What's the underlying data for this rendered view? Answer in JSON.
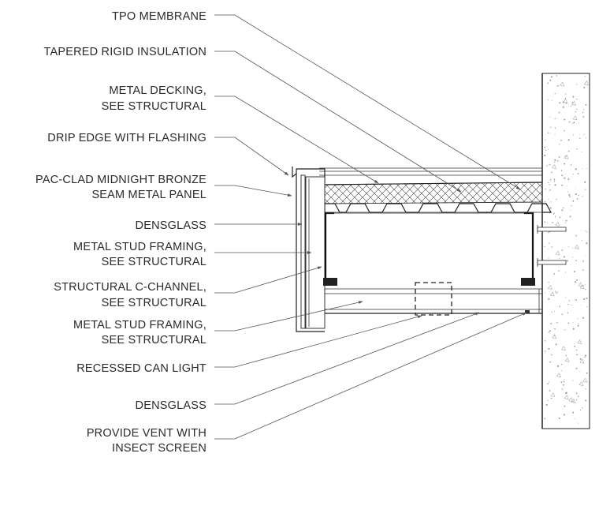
{
  "callouts": [
    {
      "id": "tpo",
      "lines": [
        "TPO MEMBRANE"
      ]
    },
    {
      "id": "insulation",
      "lines": [
        "TAPERED RIGID INSULATION"
      ]
    },
    {
      "id": "decking",
      "lines": [
        "METAL DECKING,",
        "SEE STRUCTURAL"
      ]
    },
    {
      "id": "drip",
      "lines": [
        "DRIP EDGE WITH FLASHING"
      ]
    },
    {
      "id": "panel",
      "lines": [
        "PAC-CLAD MIDNIGHT BRONZE",
        "SEAM METAL PANEL"
      ]
    },
    {
      "id": "densglass1",
      "lines": [
        "DENSGLASS"
      ]
    },
    {
      "id": "stud1",
      "lines": [
        "METAL STUD FRAMING,",
        "SEE STRUCTURAL"
      ]
    },
    {
      "id": "channel",
      "lines": [
        "STRUCTURAL C-CHANNEL,",
        "SEE STRUCTURAL"
      ]
    },
    {
      "id": "stud2",
      "lines": [
        "METAL STUD FRAMING,",
        "SEE STRUCTURAL"
      ]
    },
    {
      "id": "canlight",
      "lines": [
        "RECESSED CAN LIGHT"
      ]
    },
    {
      "id": "densglass2",
      "lines": [
        "DENSGLASS"
      ]
    },
    {
      "id": "vent",
      "lines": [
        "PROVIDE VENT WITH",
        "INSECT SCREEN"
      ]
    }
  ]
}
